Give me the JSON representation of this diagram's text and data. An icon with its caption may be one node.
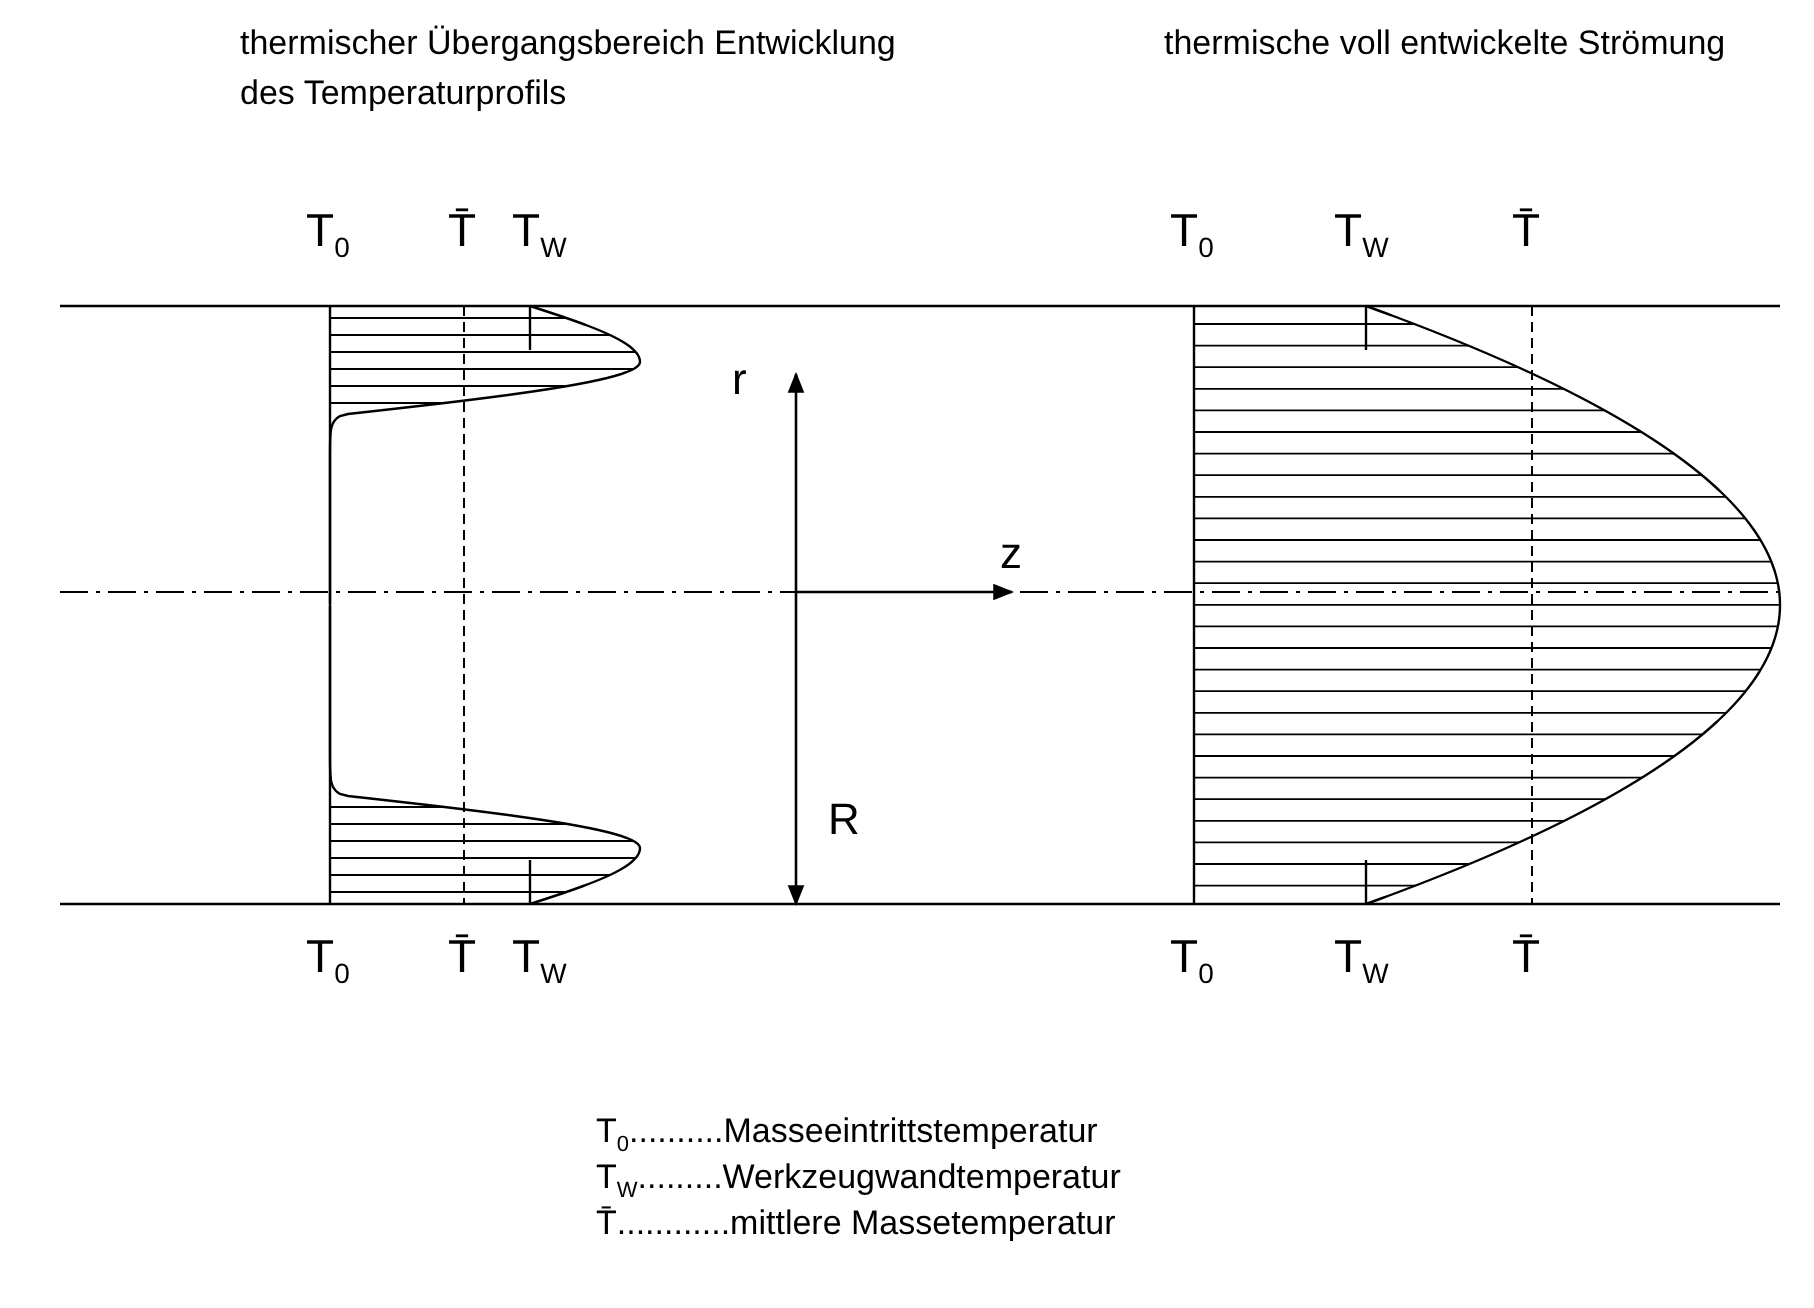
{
  "diagram": {
    "labels": [
      "thermischer Übergangsbereich Entwicklung des Temperaturprofils",
      "thermische voll entwickelte Strömung",
      "T$_{0}$",
      "T̄",
      "T$_{W}$",
      "T$_{0}$",
      "T$_{W}$",
      "T̄",
      "r",
      "z",
      "R",
      "T$_{0}$",
      "T̄",
      "T$_{W}$",
      "T$_{0}$",
      "T$_{W}$",
      "T̄",
      "T$_{0}$..........Masseeintrittstemperatur",
      "T$_{W}$.........Werkzeugwandtemperatur",
      "T̄............mittlere Massetemperatur"
    ]
  }
}
